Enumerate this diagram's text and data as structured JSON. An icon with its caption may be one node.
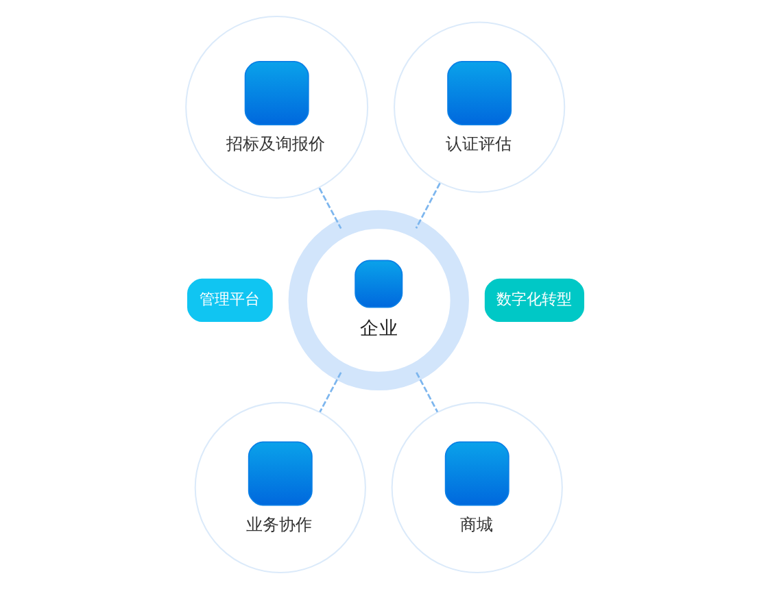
{
  "diagram": {
    "nodes": [
      {
        "text": [
          "招标及询报价"
        ]
      },
      {
        "text": [
          "认证评估"
        ]
      },
      {
        "text": [
          "数字化转型"
        ]
      },
      {
        "text": [
          "管理平台"
        ]
      },
      {
        "text": [
          "企业"
        ]
      },
      {
        "text": [
          "业务协作"
        ]
      },
      {
        "text": [
          "商城"
        ]
      }
    ],
    "edges": [
      {
        "from": 0,
        "to": 4,
        "arrow": "none",
        "style": "dashed"
      },
      {
        "from": 1,
        "to": 4,
        "arrow": "none",
        "style": "dashed"
      },
      {
        "from": 4,
        "to": 5,
        "arrow": "none",
        "style": "dashed"
      },
      {
        "from": 4,
        "to": 6,
        "arrow": "none",
        "style": "dashed"
      }
    ]
  }
}
